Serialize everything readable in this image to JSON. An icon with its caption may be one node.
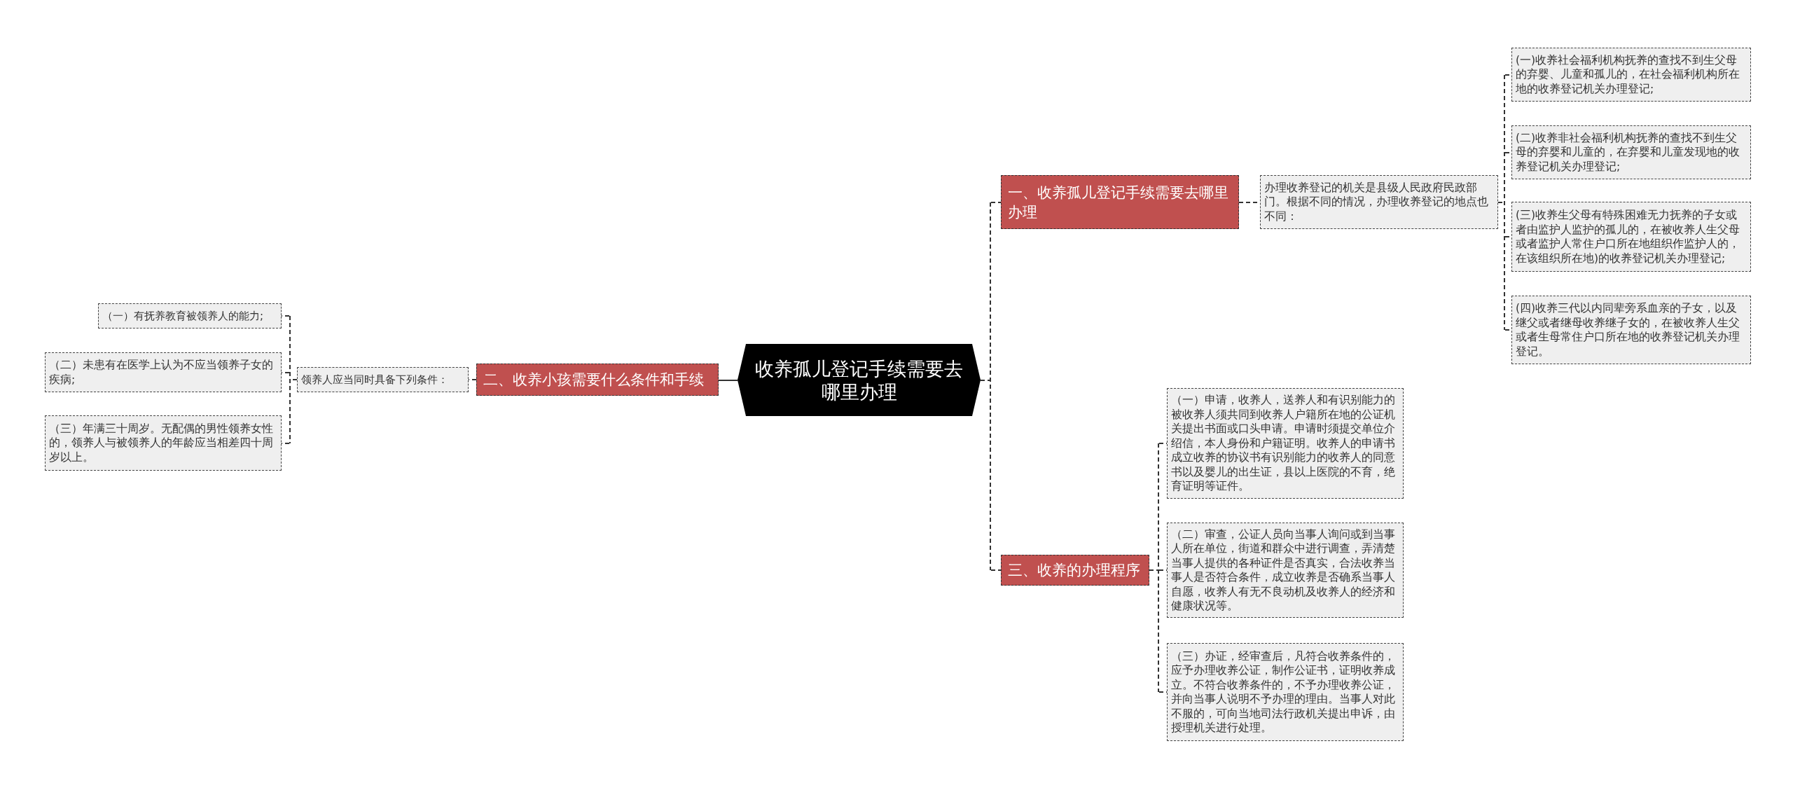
{
  "diagram": {
    "nodes": [
      {
        "text": [
          "收养孤儿登记手续需要去哪里办理"
        ]
      },
      {
        "text": [
          "一、收养孤儿登记手续需要去哪里办理"
        ]
      },
      {
        "text": [
          "办理收养登记的机关是县级人民政府民政部门。根据不同的情况，办理收养登记的地点也不同："
        ]
      },
      {
        "text": [
          "(一)收养社会福利机构抚养的查找不到生父母的弃婴、儿童和孤儿的，在社会福利机构所在地的收养登记机关办理登记;"
        ]
      },
      {
        "text": [
          "(二)收养非社会福利机构抚养的查找不到生父母的弃婴和儿童的，在弃婴和儿童发现地的收养登记机关办理登记;"
        ]
      },
      {
        "text": [
          "(三)收养生父母有特殊困难无力抚养的子女或者由监护人监护的孤儿的，在被收养人生父母或者监护人常住户口所在地组织作监护人的，在该组织所在地)的收养登记机关办理登记;"
        ]
      },
      {
        "text": [
          "(四)收养三代以内同辈旁系血亲的子女，以及继父或者继母收养继子女的，在被收养人生父或者生母常住户口所在地的收养登记机关办理登记。"
        ]
      },
      {
        "text": [
          "二、收养小孩需要什么条件和手续"
        ]
      },
      {
        "text": [
          "领养人应当同时具备下列条件："
        ]
      },
      {
        "text": [
          "（一）有抚养教育被领养人的能力;"
        ]
      },
      {
        "text": [
          "（二）未患有在医学上认为不应当领养子女的疾病;"
        ]
      },
      {
        "text": [
          "（三）年满三十周岁。无配偶的男性领养女性的，领养人与被领养人的年龄应当相差四十周岁以上。"
        ]
      },
      {
        "text": [
          "三、收养的办理程序"
        ]
      },
      {
        "text": [
          "（一）申请，收养人，送养人和有识别能力的被收养人须共同到收养人户籍所在地的公证机关提出书面或口头申请。申请时须提交单位介绍信，本人身份和户籍证明。收养人的申请书成立收养的协议书有识别能力的收养人的同意书以及婴儿的出生证，县以上医院的不育，绝育证明等证件。"
        ]
      },
      {
        "text": [
          "（二）审查，公证人员向当事人询问或到当事人所在单位，街道和群众中进行调查，弄清楚当事人提供的各种证件是否真实，合法收养当事人是否符合条件，成立收养是否确系当事人自愿，收养人有无不良动机及收养人的经济和健康状况等。"
        ]
      },
      {
        "text": [
          "（三）办证，经审查后，凡符合收养条件的，应予办理收养公证，制作公证书，证明收养成立。不符合收养条件的，不予办理收养公证，并向当事人说明不予办理的理由。当事人对此不服的，可向当地司法行政机关提出申诉，由授理机关进行处理。"
        ]
      }
    ],
    "edges": [
      {
        "from": 0,
        "to": 1,
        "arrow": "none",
        "style": "dashed"
      },
      {
        "from": 1,
        "to": 2,
        "arrow": "none",
        "style": "dashed"
      },
      {
        "from": 2,
        "to": 3,
        "arrow": "none",
        "style": "dashed"
      },
      {
        "from": 2,
        "to": 4,
        "arrow": "none",
        "style": "dashed"
      },
      {
        "from": 2,
        "to": 5,
        "arrow": "none",
        "style": "dashed"
      },
      {
        "from": 2,
        "to": 6,
        "arrow": "none",
        "style": "dashed"
      },
      {
        "from": 0,
        "to": 7,
        "arrow": "none"
      },
      {
        "from": 7,
        "to": 8,
        "arrow": "none",
        "style": "dashed"
      },
      {
        "from": 8,
        "to": 9,
        "arrow": "none",
        "style": "dashed"
      },
      {
        "from": 8,
        "to": 10,
        "arrow": "none",
        "style": "dashed"
      },
      {
        "from": 8,
        "to": 11,
        "arrow": "none",
        "style": "dashed"
      },
      {
        "from": 0,
        "to": 12,
        "arrow": "none",
        "style": "dashed"
      },
      {
        "from": 12,
        "to": 13,
        "arrow": "none",
        "style": "dashed"
      },
      {
        "from": 12,
        "to": 14,
        "arrow": "none",
        "style": "dashed"
      },
      {
        "from": 12,
        "to": 15,
        "arrow": "none",
        "style": "dashed"
      }
    ]
  }
}
